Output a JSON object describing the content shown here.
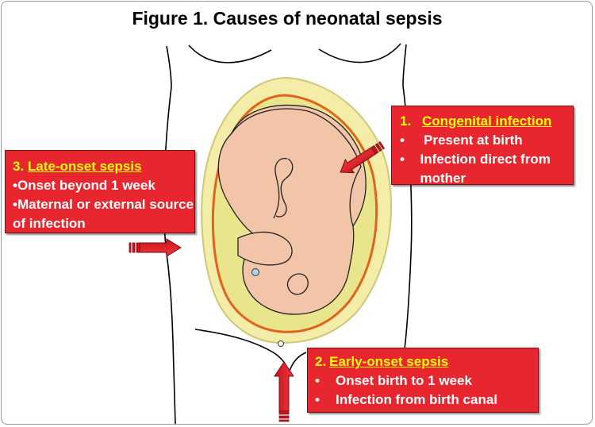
{
  "figure": {
    "title": "Figure 1. Causes of neonatal sepsis"
  },
  "colors": {
    "callout_fill": "#e8262f",
    "callout_heading": "#ffff00",
    "callout_text": "#ffffff",
    "amniotic_outer": "#f3eda8",
    "amniotic_inner": "#e8e58c",
    "uterus_outline": "#e0641e",
    "fetus": "#f2c4a8"
  },
  "callouts": {
    "congenital": {
      "number": "1.",
      "heading": "Congenital infection",
      "bullet": "•",
      "items": [
        "Present at birth",
        "Infection direct from mother"
      ]
    },
    "late_onset": {
      "number": "3.",
      "heading": "Late-onset sepsis",
      "bullet": "•",
      "items": [
        "Onset beyond 1 week",
        "Maternal or external source of infection"
      ]
    },
    "early_onset": {
      "number": "2.",
      "heading": "Early-onset sepsis",
      "bullet": "•",
      "items": [
        "Onset birth to 1 week",
        "Infection from birth canal"
      ]
    }
  },
  "icons": {
    "arrow_congenital": "arrow-icon",
    "arrow_late": "arrow-icon",
    "arrow_early": "arrow-icon"
  }
}
